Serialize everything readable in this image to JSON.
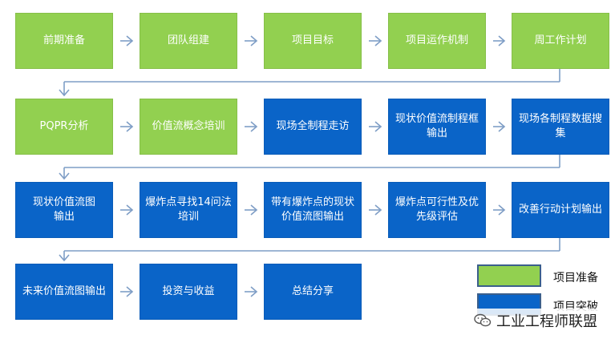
{
  "rows": [
    [
      {
        "label": "前期准备",
        "type": "prep"
      },
      {
        "label": "团队组建",
        "type": "prep"
      },
      {
        "label": "项目目标",
        "type": "prep"
      },
      {
        "label": "项目运作机制",
        "type": "prep"
      },
      {
        "label": "周工作计划",
        "type": "prep"
      }
    ],
    [
      {
        "label": "PQPR分析",
        "type": "prep"
      },
      {
        "label": "价值流概念培训",
        "type": "prep"
      },
      {
        "label": "现场全制程走访",
        "type": "breakthrough"
      },
      {
        "label": "现状价值流制程框\n输出",
        "type": "breakthrough"
      },
      {
        "label": "现场各制程数据搜\n集",
        "type": "breakthrough"
      }
    ],
    [
      {
        "label": "现状价值流图\n输出",
        "type": "breakthrough"
      },
      {
        "label": "爆炸点寻找14问法\n培训",
        "type": "breakthrough"
      },
      {
        "label": "带有爆炸点的现状\n价值流图输出",
        "type": "breakthrough"
      },
      {
        "label": "爆炸点可行性及优\n先级评估",
        "type": "breakthrough"
      },
      {
        "label": "改善行动计划输出",
        "type": "breakthrough"
      }
    ],
    [
      {
        "label": "未来价值流图输出",
        "type": "breakthrough"
      },
      {
        "label": "投资与收益",
        "type": "breakthrough"
      },
      {
        "label": "总结分享",
        "type": "breakthrough"
      }
    ]
  ],
  "legend": {
    "prep_label": "项目准备",
    "breakthrough_label": "项目突破"
  },
  "watermark": {
    "text": "工业工程师联盟",
    "icon": "wechat-icon"
  },
  "colors": {
    "prep": "#92d050",
    "breakthrough": "#0a64c8",
    "arrow": "#7f9ec6"
  }
}
